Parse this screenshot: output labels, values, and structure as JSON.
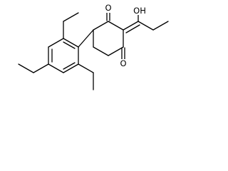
{
  "molecule": {
    "atoms": {
      "oxygen_top": "O",
      "hydroxyl": "OH",
      "oxygen_bottom": "O"
    }
  }
}
